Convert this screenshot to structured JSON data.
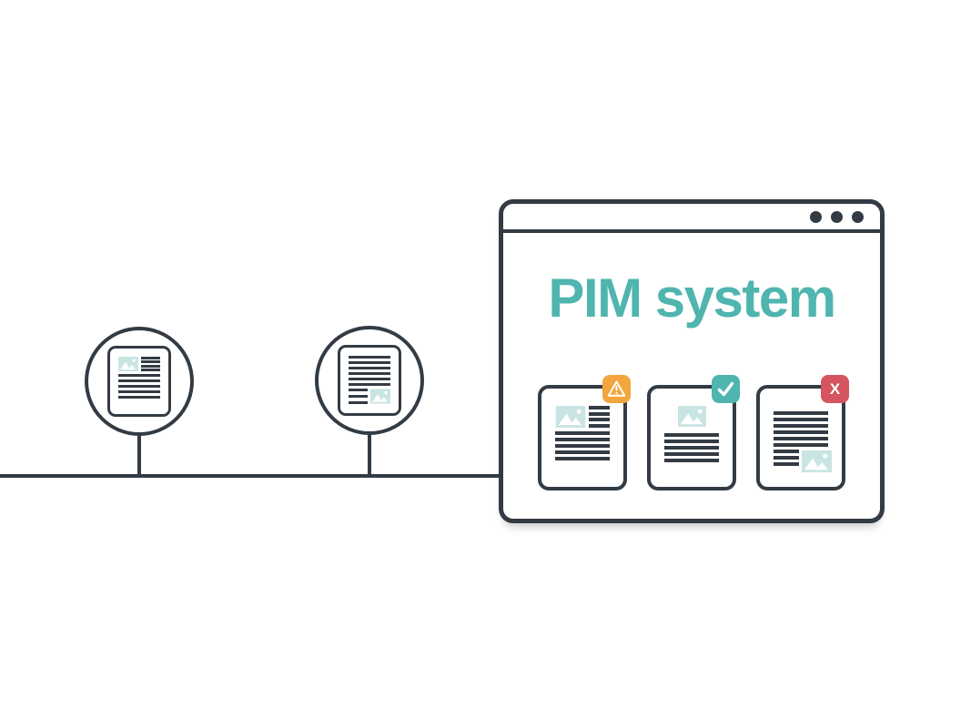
{
  "scene": {
    "type": "illustration",
    "background_color": "#ffffff",
    "stroke_color": "#333B44",
    "accent_color": "#4FB5AE",
    "image_placeholder_color": "#C9E5E3",
    "warning_color": "#F2A63D",
    "success_color": "#4FB5AE",
    "error_color": "#D5545F"
  },
  "pim_window": {
    "title": "PIM system",
    "titlebar_dots": 3,
    "product_cards": [
      {
        "status": "warning",
        "badge_icon": "warning-triangle-icon",
        "badge_color": "#F2A63D",
        "layout": "image-top-left-with-text"
      },
      {
        "status": "approved",
        "badge_icon": "checkmark-icon",
        "badge_color": "#4FB5AE",
        "layout": "image-top-center-with-text"
      },
      {
        "status": "rejected",
        "badge_icon": "x-icon",
        "badge_label": "X",
        "badge_color": "#D5545F",
        "layout": "text-with-image-bottom-right"
      }
    ]
  },
  "source_nodes": [
    {
      "id": "source-node-1",
      "content": "document-with-image-top-left"
    },
    {
      "id": "source-node-2",
      "content": "document-with-image-bottom-right"
    }
  ]
}
